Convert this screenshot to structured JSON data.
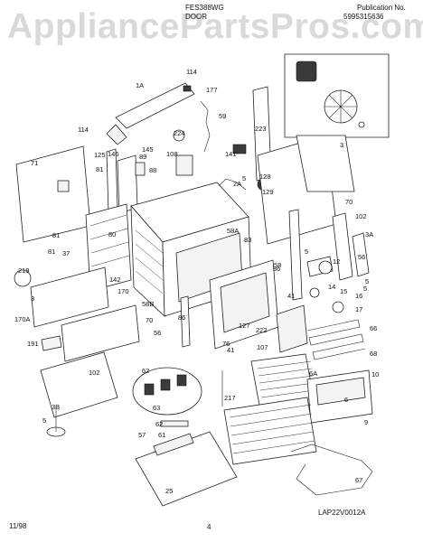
{
  "header": {
    "model": "FES388WG",
    "model_line2": "DOOR",
    "publication_label": "Publication No.",
    "publication_number": "5995315636"
  },
  "watermark": "AppliancePartsPros.com",
  "footer": {
    "date": "11/98",
    "page": "4",
    "diagram_code": "LAP22V0012A"
  },
  "callouts": [
    "1A",
    "114",
    "177",
    "59",
    "114",
    "145",
    "125",
    "146",
    "89",
    "71",
    "81",
    "88",
    "224",
    "108",
    "141",
    "2A",
    "5",
    "128",
    "129",
    "223",
    "3",
    "70",
    "102",
    "3A",
    "81",
    "80",
    "58A",
    "83",
    "81",
    "37",
    "5",
    "56",
    "58",
    "219",
    "142",
    "170",
    "86",
    "12",
    "14",
    "15",
    "16",
    "17",
    "3",
    "58B",
    "127",
    "41",
    "76",
    "86",
    "5",
    "5",
    "170A",
    "70",
    "56",
    "222",
    "107",
    "66",
    "191",
    "62",
    "41",
    "6A",
    "68",
    "10",
    "102",
    "63",
    "217",
    "6",
    "9",
    "5",
    "3B",
    "62",
    "61",
    "57",
    "67",
    "25"
  ]
}
